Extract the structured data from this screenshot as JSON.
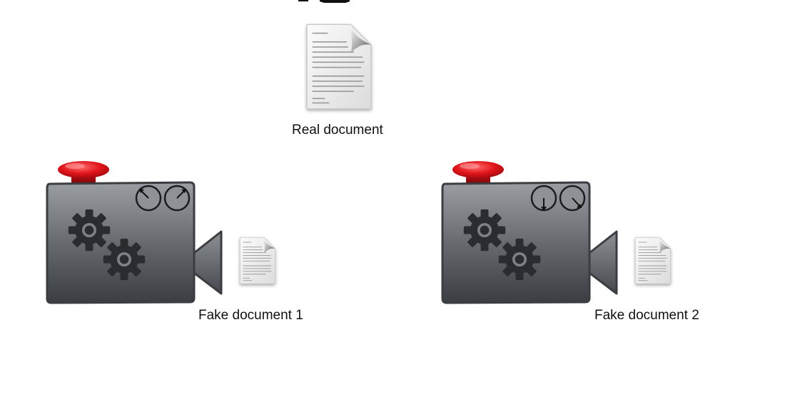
{
  "documents": {
    "real": {
      "label": "Real document",
      "icon": "document-icon"
    },
    "fake_1": {
      "label": "Fake document 1",
      "icon": "document-icon"
    },
    "fake_2": {
      "label": "Fake document 2",
      "icon": "document-icon"
    }
  },
  "machines": [
    {
      "icon": "camera-machine-icon",
      "gauges": [
        "dial-icon",
        "dial-icon"
      ]
    },
    {
      "icon": "camera-machine-icon",
      "gauges": [
        "dial-icon",
        "dial-icon"
      ]
    }
  ],
  "colors": {
    "body_top": "#8a8e93",
    "body_bottom": "#3f4247",
    "outline": "#3b3d41",
    "gear": "#2b2c2f",
    "button_red": "#e0141a",
    "text": "#111111"
  }
}
